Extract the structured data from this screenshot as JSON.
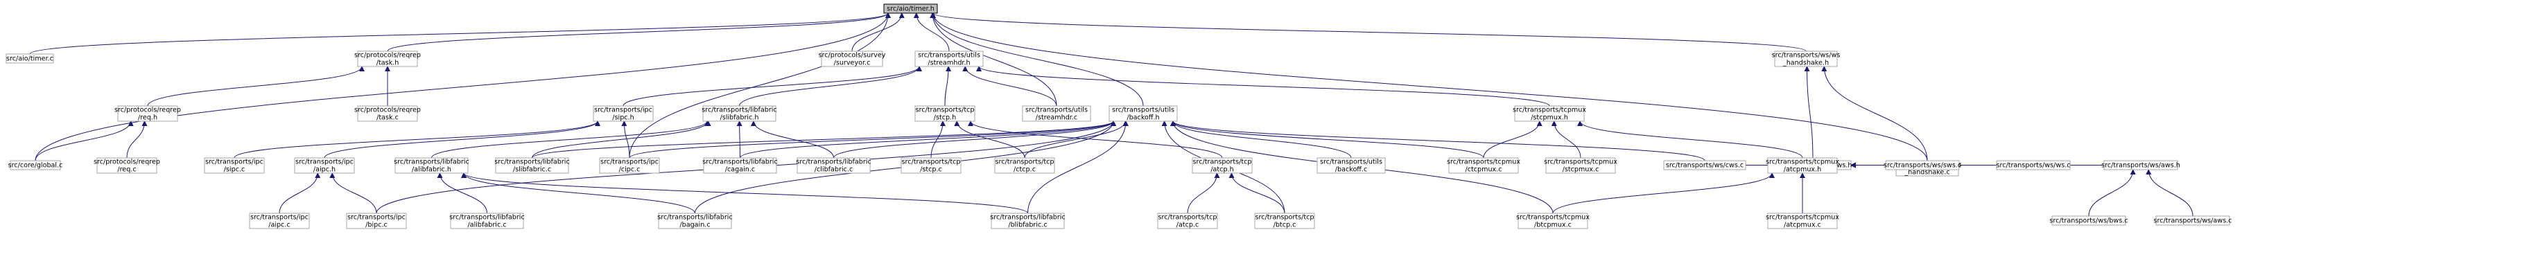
{
  "diagram": {
    "edge_color": "#191970",
    "nodes": [
      {
        "id": "root",
        "lines": [
          "src/aio/timer.h"
        ],
        "root": true
      },
      {
        "id": "aio_timer_c",
        "lines": [
          "src/aio/timer.c"
        ]
      },
      {
        "id": "reqrep_task_h",
        "lines": [
          "src/protocols/reqrep",
          "/task.h"
        ]
      },
      {
        "id": "survey_surveyor_c",
        "lines": [
          "src/protocols/survey",
          "/surveyor.c"
        ]
      },
      {
        "id": "utils_streamhdr_h",
        "lines": [
          "src/transports/utils",
          "/streamhdr.h"
        ]
      },
      {
        "id": "ws_handshake_h",
        "lines": [
          "src/transports/ws/ws",
          "_handshake.h"
        ]
      },
      {
        "id": "reqrep_req_h",
        "lines": [
          "src/protocols/reqrep",
          "/req.h"
        ]
      },
      {
        "id": "reqrep_task_c",
        "lines": [
          "src/protocols/reqrep",
          "/task.c"
        ]
      },
      {
        "id": "ipc_sipc_h",
        "lines": [
          "src/transports/ipc",
          "/sipc.h"
        ]
      },
      {
        "id": "libfabric_slibfabric_h",
        "lines": [
          "src/transports/libfabric",
          "/slibfabric.h"
        ]
      },
      {
        "id": "tcp_stcp_h",
        "lines": [
          "src/transports/tcp",
          "/stcp.h"
        ]
      },
      {
        "id": "utils_streamhdr_c",
        "lines": [
          "src/transports/utils",
          "/streamhdr.c"
        ]
      },
      {
        "id": "utils_backoff_h",
        "lines": [
          "src/transports/utils",
          "/backoff.h"
        ]
      },
      {
        "id": "tcpmux_stcpmux_h",
        "lines": [
          "src/transports/tcpmux",
          "/stcpmux.h"
        ]
      },
      {
        "id": "ws_sws_h",
        "lines": [
          "src/transports/ws/sws.h"
        ]
      },
      {
        "id": "ws_handshake_c",
        "lines": [
          "src/transports/ws/ws",
          "_handshake.c"
        ]
      },
      {
        "id": "core_global_c",
        "lines": [
          "src/core/global.c"
        ]
      },
      {
        "id": "reqrep_req_c",
        "lines": [
          "src/protocols/reqrep",
          "/req.c"
        ]
      },
      {
        "id": "ipc_sipc_c",
        "lines": [
          "src/transports/ipc",
          "/sipc.c"
        ]
      },
      {
        "id": "ipc_aipc_h",
        "lines": [
          "src/transports/ipc",
          "/aipc.h"
        ]
      },
      {
        "id": "libfabric_alibfabric_h",
        "lines": [
          "src/transports/libfabric",
          "/alibfabric.h"
        ]
      },
      {
        "id": "libfabric_slibfabric_c",
        "lines": [
          "src/transports/libfabric",
          "/slibfabric.c"
        ]
      },
      {
        "id": "ipc_cipc_c",
        "lines": [
          "src/transports/ipc",
          "/cipc.c"
        ]
      },
      {
        "id": "libfabric_cagain_c",
        "lines": [
          "src/transports/libfabric",
          "/cagain.c"
        ]
      },
      {
        "id": "libfabric_clibfabric_c",
        "lines": [
          "src/transports/libfabric",
          "/clibfabric.c"
        ]
      },
      {
        "id": "tcp_stcp_c",
        "lines": [
          "src/transports/tcp",
          "/stcp.c"
        ]
      },
      {
        "id": "tcp_ctcp_c",
        "lines": [
          "src/transports/tcp",
          "/ctcp.c"
        ]
      },
      {
        "id": "tcp_atcp_h",
        "lines": [
          "src/transports/tcp",
          "/atcp.h"
        ]
      },
      {
        "id": "utils_backoff_c",
        "lines": [
          "src/transports/utils",
          "/backoff.c"
        ]
      },
      {
        "id": "tcpmux_ctcpmux_c",
        "lines": [
          "src/transports/tcpmux",
          "/ctcpmux.c"
        ]
      },
      {
        "id": "tcpmux_stcpmux_c",
        "lines": [
          "src/transports/tcpmux",
          "/stcpmux.c"
        ]
      },
      {
        "id": "ws_cws_c",
        "lines": [
          "src/transports/ws/cws.c"
        ]
      },
      {
        "id": "tcpmux_atcpmux_h",
        "lines": [
          "src/transports/tcpmux",
          "/atcpmux.h"
        ]
      },
      {
        "id": "ws_sws_c",
        "lines": [
          "src/transports/ws/sws.c"
        ]
      },
      {
        "id": "ws_ws_c",
        "lines": [
          "src/transports/ws/ws.c"
        ]
      },
      {
        "id": "ws_aws_h",
        "lines": [
          "src/transports/ws/aws.h"
        ]
      },
      {
        "id": "ipc_aipc_c",
        "lines": [
          "src/transports/ipc",
          "/aipc.c"
        ]
      },
      {
        "id": "ipc_bipc_c",
        "lines": [
          "src/transports/ipc",
          "/bipc.c"
        ]
      },
      {
        "id": "libfabric_alibfabric_c",
        "lines": [
          "src/transports/libfabric",
          "/alibfabric.c"
        ]
      },
      {
        "id": "libfabric_bagain_c",
        "lines": [
          "src/transports/libfabric",
          "/bagain.c"
        ]
      },
      {
        "id": "libfabric_blibfabric_c",
        "lines": [
          "src/transports/libfabric",
          "/blibfabric.c"
        ]
      },
      {
        "id": "tcp_atcp_c",
        "lines": [
          "src/transports/tcp",
          "/atcp.c"
        ]
      },
      {
        "id": "tcp_btcp_c",
        "lines": [
          "src/transports/tcp",
          "/btcp.c"
        ]
      },
      {
        "id": "tcpmux_btcpmux_c",
        "lines": [
          "src/transports/tcpmux",
          "/btcpmux.c"
        ]
      },
      {
        "id": "tcpmux_atcpmux_c",
        "lines": [
          "src/transports/tcpmux",
          "/atcpmux.c"
        ]
      },
      {
        "id": "ws_bws_c",
        "lines": [
          "src/transports/ws/bws.c"
        ]
      },
      {
        "id": "ws_aws_c",
        "lines": [
          "src/transports/ws/aws.c"
        ]
      }
    ],
    "edges": [
      [
        "aio_timer_c",
        "root"
      ],
      [
        "reqrep_task_h",
        "root"
      ],
      [
        "survey_surveyor_c",
        "root"
      ],
      [
        "utils_streamhdr_h",
        "root"
      ],
      [
        "ws_handshake_h",
        "root"
      ],
      [
        "utils_streamhdr_c",
        "root"
      ],
      [
        "utils_backoff_h",
        "root"
      ],
      [
        "core_global_c",
        "root"
      ],
      [
        "ipc_cipc_c",
        "root"
      ],
      [
        "ws_handshake_c",
        "root"
      ],
      [
        "reqrep_req_h",
        "reqrep_task_h"
      ],
      [
        "reqrep_task_c",
        "reqrep_task_h"
      ],
      [
        "core_global_c",
        "reqrep_req_h"
      ],
      [
        "reqrep_req_c",
        "reqrep_req_h"
      ],
      [
        "ipc_sipc_h",
        "utils_streamhdr_h"
      ],
      [
        "libfabric_slibfabric_h",
        "utils_streamhdr_h"
      ],
      [
        "tcp_stcp_h",
        "utils_streamhdr_h"
      ],
      [
        "utils_streamhdr_c",
        "utils_streamhdr_h"
      ],
      [
        "tcpmux_stcpmux_h",
        "utils_streamhdr_h"
      ],
      [
        "ipc_sipc_c",
        "ipc_sipc_h"
      ],
      [
        "ipc_aipc_h",
        "ipc_sipc_h"
      ],
      [
        "ipc_cipc_c",
        "ipc_sipc_h"
      ],
      [
        "libfabric_alibfabric_h",
        "libfabric_slibfabric_h"
      ],
      [
        "libfabric_slibfabric_c",
        "libfabric_slibfabric_h"
      ],
      [
        "libfabric_cagain_c",
        "libfabric_slibfabric_h"
      ],
      [
        "libfabric_clibfabric_c",
        "libfabric_slibfabric_h"
      ],
      [
        "tcp_stcp_c",
        "tcp_stcp_h"
      ],
      [
        "tcp_ctcp_c",
        "tcp_stcp_h"
      ],
      [
        "tcp_atcp_h",
        "tcp_stcp_h"
      ],
      [
        "ipc_aipc_c",
        "ipc_aipc_h"
      ],
      [
        "ipc_bipc_c",
        "ipc_aipc_h"
      ],
      [
        "libfabric_alibfabric_c",
        "libfabric_alibfabric_h"
      ],
      [
        "libfabric_bagain_c",
        "libfabric_alibfabric_h"
      ],
      [
        "libfabric_blibfabric_c",
        "libfabric_alibfabric_h"
      ],
      [
        "tcp_atcp_c",
        "tcp_atcp_h"
      ],
      [
        "tcp_btcp_c",
        "tcp_atcp_h"
      ],
      [
        "ipc_cipc_c",
        "utils_backoff_h"
      ],
      [
        "libfabric_cagain_c",
        "utils_backoff_h"
      ],
      [
        "libfabric_clibfabric_c",
        "utils_backoff_h"
      ],
      [
        "tcp_ctcp_c",
        "utils_backoff_h"
      ],
      [
        "utils_backoff_c",
        "utils_backoff_h"
      ],
      [
        "tcpmux_ctcpmux_c",
        "utils_backoff_h"
      ],
      [
        "ws_cws_c",
        "utils_backoff_h"
      ],
      [
        "ipc_bipc_c",
        "utils_backoff_h"
      ],
      [
        "libfabric_bagain_c",
        "utils_backoff_h"
      ],
      [
        "libfabric_blibfabric_c",
        "utils_backoff_h"
      ],
      [
        "tcp_btcp_c",
        "utils_backoff_h"
      ],
      [
        "tcpmux_btcpmux_c",
        "utils_backoff_h"
      ],
      [
        "libfabric_slibfabric_c",
        "utils_backoff_h"
      ],
      [
        "tcpmux_ctcpmux_c",
        "tcpmux_stcpmux_h"
      ],
      [
        "tcpmux_stcpmux_c",
        "tcpmux_stcpmux_h"
      ],
      [
        "tcpmux_atcpmux_h",
        "tcpmux_stcpmux_h"
      ],
      [
        "tcpmux_btcpmux_c",
        "tcpmux_atcpmux_h"
      ],
      [
        "tcpmux_atcpmux_c",
        "tcpmux_atcpmux_h"
      ],
      [
        "ws_sws_h",
        "ws_handshake_h"
      ],
      [
        "ws_handshake_c",
        "ws_handshake_h"
      ],
      [
        "ws_cws_c",
        "ws_sws_h"
      ],
      [
        "tcpmux_atcpmux_h",
        "ws_sws_h"
      ],
      [
        "ws_sws_c",
        "ws_sws_h"
      ],
      [
        "ws_ws_c",
        "ws_sws_h"
      ],
      [
        "ws_aws_h",
        "ws_sws_h"
      ],
      [
        "ws_bws_c",
        "ws_aws_h"
      ],
      [
        "ws_aws_c",
        "ws_aws_h"
      ]
    ]
  }
}
